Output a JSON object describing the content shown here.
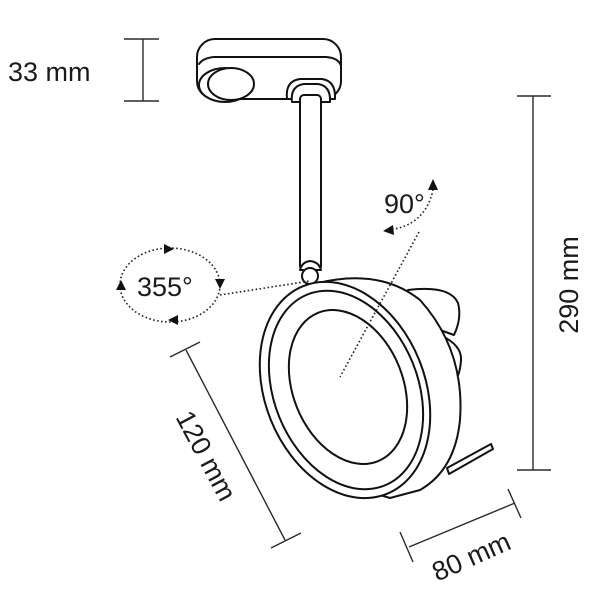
{
  "diagram": {
    "type": "product-dimension-drawing",
    "subject": "track spotlight",
    "colors": {
      "line": "#111111",
      "background": "#ffffff"
    },
    "dimensions": {
      "adapter_height": "33 mm",
      "total_height": "290 mm",
      "head_diameter": "120 mm",
      "head_depth": "80 mm"
    },
    "rotations": {
      "horizontal": "355°",
      "tilt": "90°"
    }
  }
}
